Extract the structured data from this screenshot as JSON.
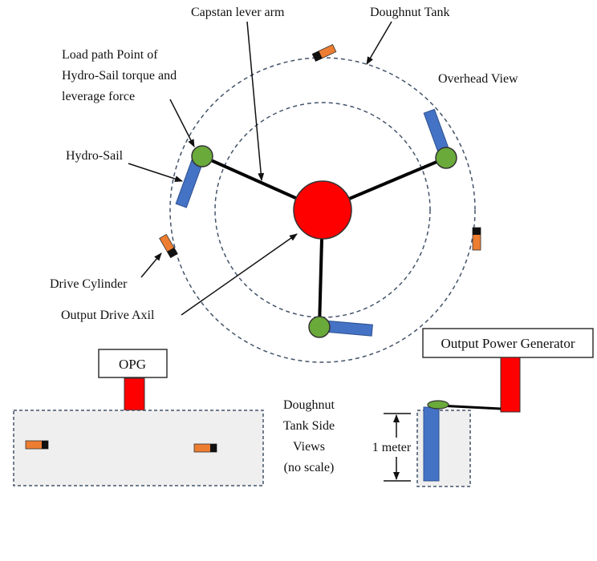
{
  "labels": {
    "capstan": "Capstan lever arm",
    "tank": "Doughnut Tank",
    "load_path": [
      "Load path Point of",
      "Hydro-Sail torque and",
      "leverage force"
    ],
    "overhead": "Overhead View",
    "hydrosail": "Hydro-Sail",
    "drive_cylinder": "Drive Cylinder",
    "output_axil": "Output Drive Axil",
    "side_views": [
      "Doughnut",
      "Tank Side",
      "Views",
      "(no scale)"
    ],
    "meter": "1 meter"
  },
  "boxes": {
    "opg": "OPG",
    "output_power_generator": "Output Power Generator"
  },
  "colors": {
    "hub": "#ff0000",
    "joint": "#6aaa3a",
    "sail": "#4472c4",
    "cylinder": "#ed7d31",
    "cylinder_cap": "#111111",
    "dash": "#44546a",
    "tank_fill": "#efefef",
    "generator": "#ff0000"
  }
}
